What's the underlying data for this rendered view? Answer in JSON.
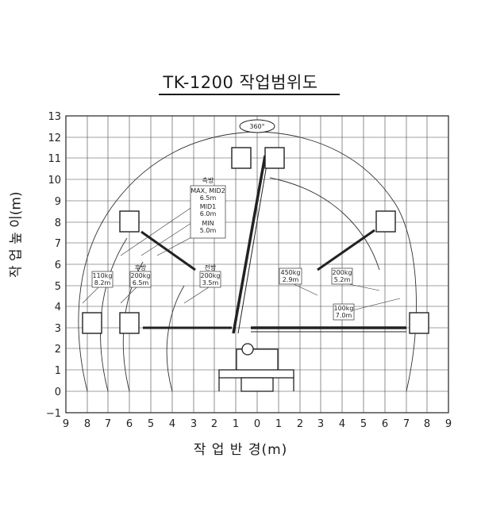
{
  "title": "TK-1200 작업범위도",
  "axis": {
    "y_title": "작 업 높 이(m)",
    "x_title": "작 업 반 경(m)",
    "y_ticks": [
      "13",
      "12",
      "11",
      "10",
      "9",
      "8",
      "7",
      "6",
      "5",
      "4",
      "3",
      "2",
      "1",
      "0",
      "−1"
    ],
    "x_ticks": [
      "9",
      "8",
      "7",
      "6",
      "5",
      "4",
      "3",
      "2",
      "1",
      "0",
      "1",
      "2",
      "3",
      "4",
      "5",
      "6",
      "7",
      "8",
      "9"
    ]
  },
  "rotation_label": "360°",
  "left_labels": {
    "side": "측방",
    "max_mid2": "MAX, MID2",
    "d65": "6.5m",
    "mid1": "MID1",
    "d60": "6.0m",
    "min": "MIN",
    "d50": "5.0m",
    "rear": "후방",
    "front": "전방",
    "w110": "110kg",
    "d82": "8.2m",
    "w200a": "200kg",
    "d65b": "6.5m",
    "w200b": "200kg",
    "d35": "3.5m"
  },
  "right_labels": {
    "w450": "450kg",
    "d29": "2.9m",
    "w200": "200kg",
    "d52": "5.2m",
    "w100": "100kg",
    "d70": "7.0m"
  }
}
